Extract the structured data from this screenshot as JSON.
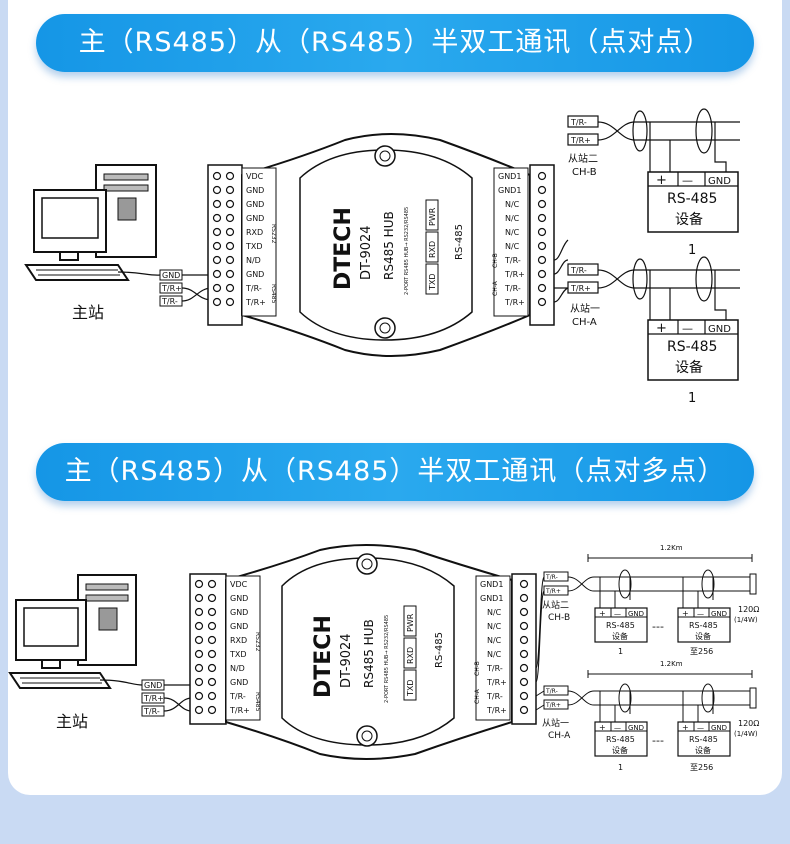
{
  "banners": {
    "top": "主（RS485）从（RS485）半双工通讯（点对点）",
    "bottom": "主（RS485）从（RS485）半双工通讯（点对多点）"
  },
  "master": {
    "label": "主站",
    "terminals": [
      "GND",
      "T/R+",
      "T/R-"
    ]
  },
  "device": {
    "brand": "DTECH",
    "model": "DT-9024",
    "name": "RS485 HUB",
    "sub": "2-PORT RS485 HUB→ RS232/RS485",
    "leds": [
      "TXD",
      "RXD",
      "PWR"
    ],
    "rs485_tag": "RS-485",
    "rs232_tag": "RS232",
    "rs485_left_tag": "RS485",
    "left_terminals": [
      "VDC",
      "GND",
      "GND",
      "GND",
      "RXD",
      "TXD",
      "N/D",
      "GND",
      "T/R-",
      "T/R+"
    ],
    "right_terminals": [
      "GND1",
      "GND1",
      "N/C",
      "N/C",
      "N/C",
      "N/C",
      "T/R-",
      "T/R+",
      "T/R-",
      "T/R+"
    ],
    "ch_b": "CH-B",
    "ch_a": "CH-A"
  },
  "slaves_top": {
    "slave2": {
      "line1": "从站二",
      "line2": "CH-B"
    },
    "slave1": {
      "line1": "从站一",
      "line2": "CH-A"
    },
    "wire_labels": [
      "T/R-",
      "T/R+"
    ],
    "plus": "+",
    "minus": "—",
    "gnd": "GND",
    "box_title": "RS-485",
    "box_sub": "设备",
    "index": "1"
  },
  "slaves_bottom": {
    "distance": "1.2Km",
    "resistor": "120Ω",
    "resistor_sub": "(1/4W)",
    "dashes": "---",
    "first_index": "1",
    "last_index": "至256"
  }
}
